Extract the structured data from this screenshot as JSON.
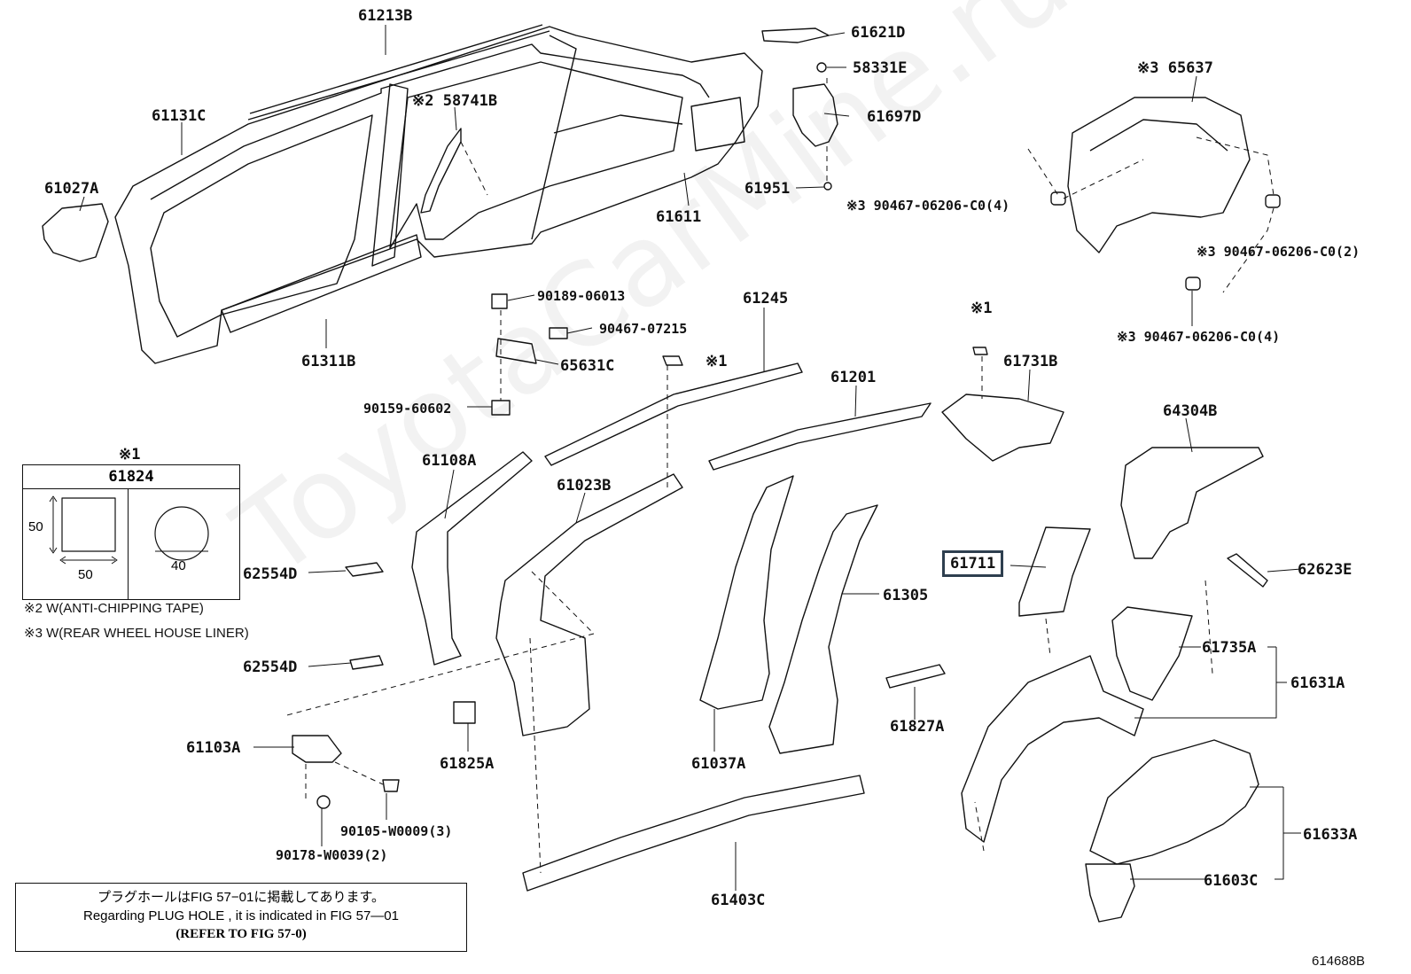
{
  "diagram_id": "614688B",
  "watermark": "ToyotaCarMine.ru",
  "labels": {
    "p61213B": "61213B",
    "p61131C": "61131C",
    "p61027A": "61027A",
    "p58741B": "※2 58741B",
    "p61311B": "61311B",
    "p61611": "61611",
    "p61621D": "61621D",
    "p58331E": "58331E",
    "p61697D": "61697D",
    "p61951": "61951",
    "p90467_4a": "※3 90467-06206-C0(4)",
    "p65637": "※3 65637",
    "p90467_2": "※3 90467-06206-C0(2)",
    "p90467_4b": "※3 90467-06206-C0(4)",
    "p90189": "90189-06013",
    "p90467_07215": "90467-07215",
    "p65631C": "65631C",
    "p90159": "90159-60602",
    "p61245": "61245",
    "p61201": "61201",
    "ref1_a": "※1",
    "ref1_b": "※1",
    "p61731B": "61731B",
    "p64304B": "64304B",
    "p61108A": "61108A",
    "p61023B": "61023B",
    "p62554D_1": "62554D",
    "p62554D_2": "62554D",
    "p61305": "61305",
    "p61711": "61711",
    "p62623E": "62623E",
    "p61735A": "61735A",
    "p61631A": "61631A",
    "p61103A": "61103A",
    "p61825A": "61825A",
    "p61037A": "61037A",
    "p61827A": "61827A",
    "p90105": "90105-W0009(3)",
    "p90178": "90178-W0039(2)",
    "p61403C": "61403C",
    "p61633A": "61633A",
    "p61603C": "61603C"
  },
  "legend": {
    "ref": "※1",
    "part": "61824",
    "dim_height": "50",
    "dim_width": "50",
    "dim_diameter": "40"
  },
  "notes": {
    "note2": "※2 W(ANTI-CHIPPING TAPE)",
    "note3": "※3 W(REAR WHEEL HOUSE LINER)"
  },
  "plug_box": {
    "line1": "プラグホールはFIG 57−01に掲載してあります。",
    "line2": "Regarding  PLUG  HOLE , it is indicated in  FIG  57—01",
    "line3": "(REFER TO FIG 57-0)"
  }
}
